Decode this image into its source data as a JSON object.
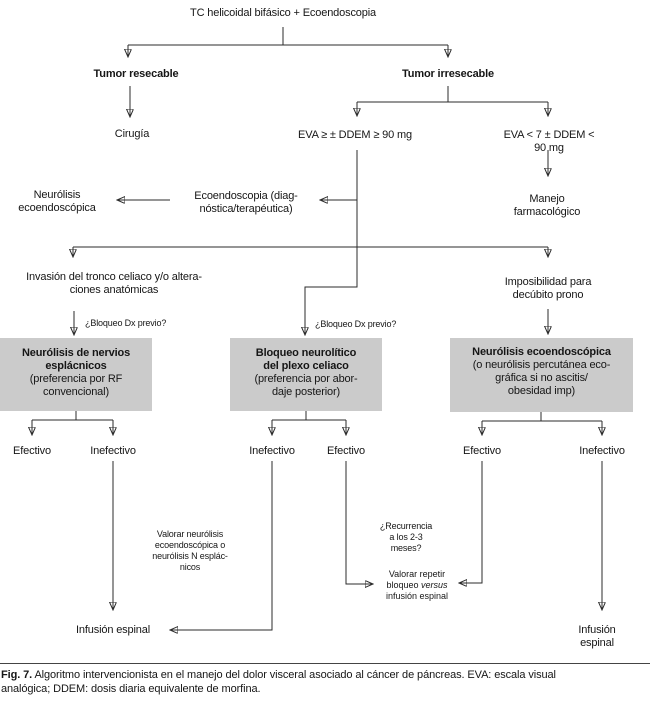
{
  "colors": {
    "box_fill": "#cbcbcb",
    "line": "#2b2b2b",
    "text": "#161616",
    "background": "#ffffff"
  },
  "nodes": {
    "root": "TC helicoidal bifásico + Ecoendoscopia",
    "tumor_resecable": "Tumor resecable",
    "tumor_irresecable": "Tumor irresecable",
    "cirugia": "Cirugía",
    "eva_alta": "EVA ≥ ± DDEM ≥ 90 mg",
    "eva_baja": "EVA < 7 ± DDEM < 90 mg",
    "neurolisis_ecoendoscopica": "Neurólisis\necoendoscópica",
    "ecoendoscopia": "Ecoendoscopia (diag-\nnóstica/terapéutica)",
    "manejo_farmacologico": "Manejo farmacológico",
    "invasion_tronco": "Invasión del tronco celiaco y/o altera-\nciones anatómicas",
    "imposibilidad_decubito": "Imposibilidad para\ndecúbito prono",
    "bloqueo_dx_previo_izq": "¿Bloqueo Dx previo?",
    "bloqueo_dx_previo_centro": "¿Bloqueo Dx previo?",
    "box1": {
      "title": "Neurólisis de nervios\nesplácnicos",
      "subtitle": "(preferencia por RF\nconvencional)"
    },
    "box2": {
      "title": "Bloqueo neurolítico\ndel plexo celiaco",
      "subtitle": "(preferencia por abor-\ndaje posterior)"
    },
    "box3": {
      "title": "Neurólisis ecoendoscópica",
      "subtitle": "(o neurólisis percutánea eco-\ngráfica si no ascitis/\nobesidad imp)"
    },
    "outcomes": [
      "Efectivo",
      "Inefectivo",
      "Inefectivo",
      "Efectivo",
      "Efectivo",
      "Inefectivo"
    ],
    "valorar_neurolisis": "Valorar neurólisis\necoendoscópica o\nneurólisis N esplác-\nnicos",
    "recurrencia": "¿Recurrencia\na los 2-3\nmeses?",
    "valorar_repetir": {
      "line1": "Valorar repetir",
      "line2_pre": "bloqueo",
      "line2_italic": "versus",
      "line3": "infusión espinal"
    },
    "infusion_espinal_izq": "Infusión espinal",
    "infusion_espinal_der": "Infusión espinal"
  },
  "caption": {
    "label": "Fig. 7.",
    "text": " Algoritmo intervencionista en el manejo del dolor visceral asociado al cáncer de páncreas. EVA: escala visual\nanalógica; DDEM: dosis diaria equivalente de morfina."
  }
}
